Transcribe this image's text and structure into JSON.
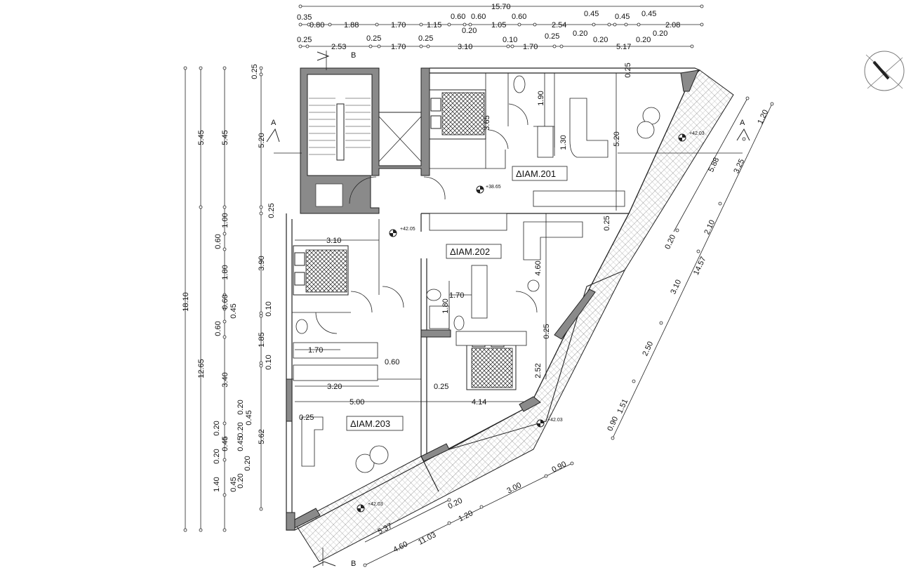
{
  "rooms": {
    "r201": "ΔIAM.201",
    "r202": "ΔIAM.202",
    "r203": "ΔIAM.203"
  },
  "levels": [
    "+38.65",
    "+42.05",
    "+42.03",
    "+42.03",
    "+42.03"
  ],
  "sections": {
    "a": "A",
    "b": "B"
  },
  "top_dims": {
    "overall": "15.70",
    "row1": [
      "0.35",
      "0.80",
      "1.88",
      "1.70",
      "1.15",
      "0.60",
      "0.60",
      "0.20",
      "1.05",
      "0.60",
      "2.54",
      "0.45",
      "0.20",
      "0.45",
      "0.45",
      "0.20",
      "0.20",
      "0.20",
      "2.08"
    ],
    "row2": [
      "0.25",
      "2.53",
      "0.25",
      "1.70",
      "0.25",
      "3.10",
      "0.10",
      "1.70",
      "0.25",
      "5.17"
    ]
  },
  "left_dims": {
    "overall": "18.10",
    "col2": [
      "5.45",
      "12.65"
    ],
    "col3": [
      "5.45",
      "1.00",
      "0.60",
      "1.80",
      "0.60",
      "0.45",
      "0.60",
      "3.40",
      "0.20",
      "0.45",
      "0.20",
      "0.20",
      "0.45",
      "0.45",
      "0.20",
      "0.20",
      "0.20",
      "0.45",
      "1.40"
    ],
    "col4": [
      "0.25",
      "5.20",
      "0.25",
      "3.90",
      "0.10",
      "1.85",
      "0.10",
      "5.62"
    ]
  },
  "inner_dims": [
    "3.65",
    "1.90",
    "1.30",
    "5.20",
    "0.25",
    "0.25",
    "3.10",
    "4.60",
    "1.70",
    "1.80",
    "0.25",
    "1.70",
    "0.60",
    "3.20",
    "0.25",
    "5.00",
    "4.14",
    "2.52",
    "0.25"
  ],
  "right_dims": [
    "1.20",
    "3.25",
    "5.88",
    "2.10",
    "0.20",
    "14.57",
    "3.10",
    "2.50",
    "1.51",
    "0.90"
  ],
  "bottom_dims": [
    "0.90",
    "3.00",
    "1.20",
    "0.20",
    "11.03",
    "5.37",
    "4.60"
  ]
}
